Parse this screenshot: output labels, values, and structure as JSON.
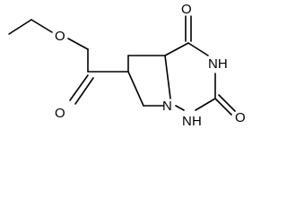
{
  "atoms": {
    "ester_O_single": "O",
    "ester_O_double": "O",
    "ring_O_top": "O",
    "ring_O_bottom": "O",
    "ring_N_bridge": "N",
    "ring_NH_3": "NH",
    "ring_NH_1": "N",
    "ring_H_1": "H"
  }
}
